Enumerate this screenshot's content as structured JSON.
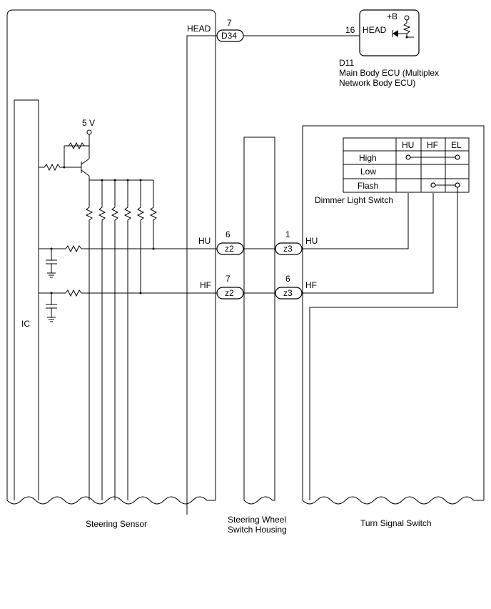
{
  "ecu": {
    "code": "D11",
    "name_line1": "Main Body ECU (Multiplex",
    "name_line2": "Network Body ECU)",
    "supply": "+B",
    "pin": "16",
    "signal": "HEAD"
  },
  "steering_sensor": {
    "label": "Steering Sensor",
    "ic_label": "IC",
    "voltage": "5 V",
    "head_label": "HEAD",
    "hu_label": "HU",
    "hf_label": "HF"
  },
  "housing": {
    "label_line1": "Steering Wheel",
    "label_line2": "Switch Housing"
  },
  "turn_switch": {
    "label": "Turn Signal Switch",
    "hu_label": "HU",
    "hf_label": "HF"
  },
  "connectors": {
    "d34": {
      "name": "D34",
      "pin": "7"
    },
    "z2_hu": {
      "name": "z2",
      "pin": "6"
    },
    "z2_hf": {
      "name": "z2",
      "pin": "7"
    },
    "z3_hu": {
      "name": "z3",
      "pin": "1"
    },
    "z3_hf": {
      "name": "z3",
      "pin": "6"
    }
  },
  "dimmer_table": {
    "title": "Dimmer Light Switch",
    "columns": [
      "HU",
      "HF",
      "EL"
    ],
    "rows": [
      "High",
      "Low",
      "Flash"
    ]
  }
}
